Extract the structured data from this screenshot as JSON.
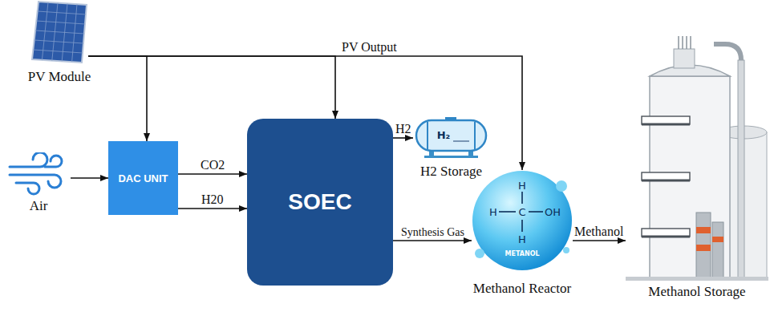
{
  "diagram": {
    "nodes": [
      {
        "text": [
          "PV Module"
        ]
      },
      {
        "text": [
          "Air"
        ]
      },
      {
        "text": [
          "DAC UNIT"
        ]
      },
      {
        "text": [
          "SOEC"
        ]
      },
      {
        "text": [
          "H₂",
          "H2 Storage"
        ]
      },
      {
        "text": [
          "H",
          "H",
          "C",
          "OH",
          "H",
          "METANOL",
          "Methanol Reactor"
        ]
      },
      {
        "text": [
          "Methanol Storage"
        ]
      }
    ],
    "edges": [
      {
        "from": 0,
        "to": 2,
        "arrow": "to"
      },
      {
        "from": 0,
        "to": 3,
        "label": "PV Output",
        "arrow": "to"
      },
      {
        "from": 0,
        "to": 5,
        "arrow": "to"
      },
      {
        "from": 1,
        "to": 2,
        "arrow": "to"
      },
      {
        "from": 2,
        "to": 3,
        "label": "CO2",
        "arrow": "to"
      },
      {
        "from": 2,
        "to": 3,
        "label": "H20",
        "arrow": "to"
      },
      {
        "from": 3,
        "to": 4,
        "label": "H2",
        "arrow": "to"
      },
      {
        "from": 3,
        "to": 5,
        "label": "Synthesis Gas",
        "arrow": "to"
      },
      {
        "from": 5,
        "to": 6,
        "label": "Methanol",
        "arrow": "to"
      }
    ]
  }
}
